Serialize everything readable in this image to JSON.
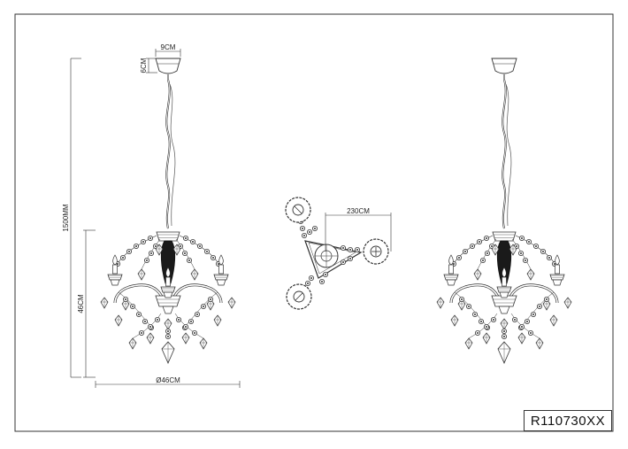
{
  "dimensions": {
    "canopy_width": "9CM",
    "canopy_height": "6CM",
    "total_height": "1500MM",
    "body_height": "46CM",
    "diameter": "Ø46CM",
    "top_view_span": "230CM"
  },
  "product_code": "R110730XX",
  "colors": {
    "line": "#333333",
    "body_dark": "#1a1a1a",
    "background": "#ffffff"
  }
}
